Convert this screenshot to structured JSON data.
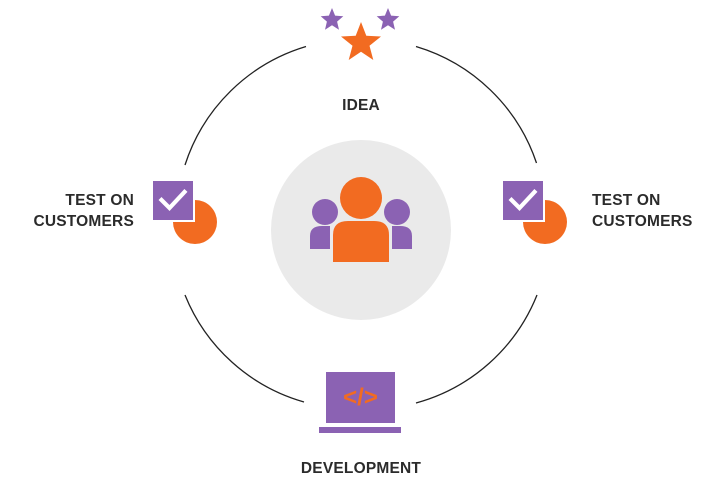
{
  "diagram": {
    "stages": {
      "top": "IDEA",
      "left": "TEST ON\nCUSTOMERS",
      "right": "TEST ON\nCUSTOMERS",
      "bottom": "DEVELOPMENT"
    },
    "icons": {
      "top": "stars-icon",
      "left": "checklist-chart-icon",
      "right": "checklist-chart-icon",
      "bottom": "laptop-code-icon",
      "center": "team-people-icon"
    },
    "laptop_code_glyph": "</>",
    "colors": {
      "accent_orange": "#f26b21",
      "accent_purple": "#8b62b3",
      "cycle_line": "#222222",
      "center_circle": "#eaeaea",
      "text": "#2b2b2b"
    }
  }
}
